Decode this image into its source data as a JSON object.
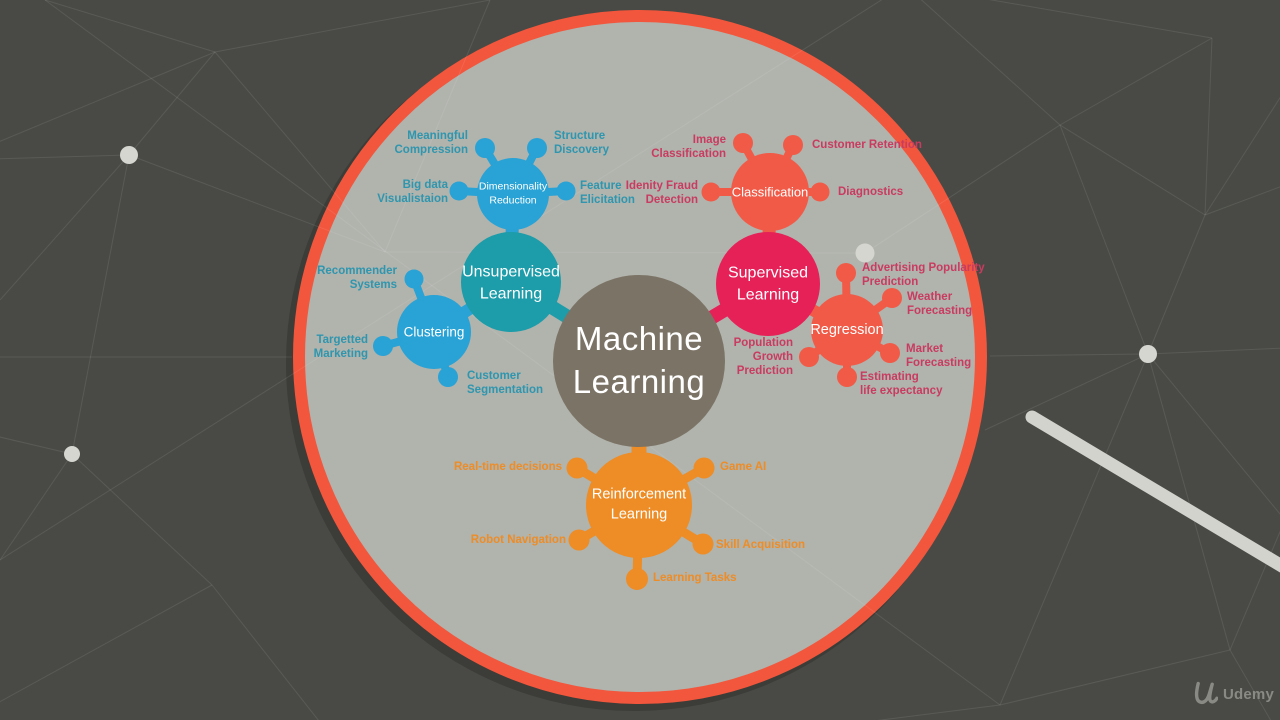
{
  "brand": {
    "name": "Udemy"
  },
  "colors": {
    "background": "#494a45",
    "disc_fill": "#b1b3ad",
    "disc_ring": "#f2563c",
    "center_node": "#7b7365",
    "unsupervised_teal": "#1d9ca9",
    "unsupervised_blue": "#29a2d5",
    "supervised_crimson": "#e52158",
    "supervised_coral": "#f15a47",
    "reinforcement_orange": "#ee8c25",
    "teal_label_text": "#2e96ae",
    "crimson_label_text": "#c93b60",
    "orange_label_text": "#ee8c25",
    "decor_gray": "#d6d6d1",
    "logo_gray": "#8a8a85"
  },
  "nodes": {
    "machine_learning": "Machine\nLearning",
    "unsupervised": "Unsupervised\nLearning",
    "supervised": "Supervised\nLearning",
    "reinforcement": "Reinforcement\nLearning",
    "dimensionality_reduction": "Dimensionality\nReduction",
    "clustering": "Clustering",
    "classification": "Classification",
    "regression": "Regression"
  },
  "labels": {
    "meaningful_compression": "Meaningful\nCompression",
    "structure_discovery": "Structure\nDiscovery",
    "big_data_visualisation": "Big data\nVisualistaion",
    "feature_elicitation": "Feature\nElicitation",
    "recommender_systems": "Recommender\nSystems",
    "targetted_marketing": "Targetted\nMarketing",
    "customer_segmentation": "Customer\nSegmentation",
    "image_classification": "Image\nClassification",
    "customer_retention": "Customer Retention",
    "identity_fraud_detection": "Idenity Fraud\nDetection",
    "diagnostics": "Diagnostics",
    "advertising_popularity_prediction": "Advertising Popularity\nPrediction",
    "weather_forecasting": "Weather\nForecasting",
    "market_forecasting": "Market\nForecasting",
    "estimating_life_expectancy": "Estimating\nlife expectancy",
    "population_growth_prediction": "Population\nGrowth\nPrediction",
    "real_time_decisions": "Real-time decisions",
    "game_ai": "Game AI",
    "robot_navigation": "Robot Navigation",
    "skill_acquisition": "Skill Acquisition",
    "learning_tasks": "Learning Tasks"
  }
}
